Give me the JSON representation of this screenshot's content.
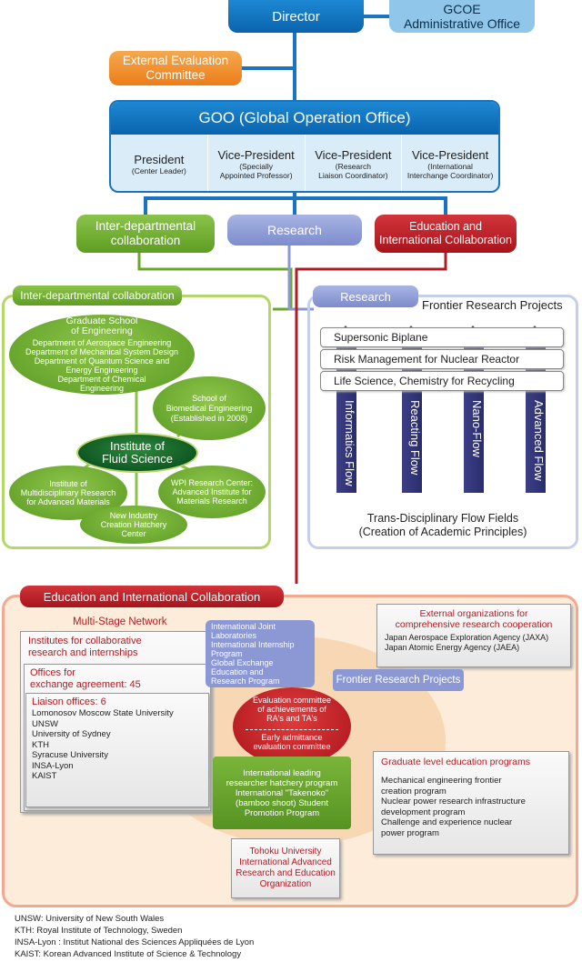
{
  "top": {
    "director": "Director",
    "gcoe_office": "GCOE\nAdministrative Office",
    "external_evaluation": "External Evaluation\nCommittee"
  },
  "goo": {
    "title": "GOO (Global Operation Office)",
    "roles": [
      {
        "title": "President",
        "sub": "(Center Leader)"
      },
      {
        "title": "Vice-President",
        "sub": "(Specially\nAppointed Professor)"
      },
      {
        "title": "Vice-President",
        "sub": "(Research\nLiaison Coordinator)"
      },
      {
        "title": "Vice-President",
        "sub": "(International\nInterchange Coordinator)"
      }
    ]
  },
  "branches": {
    "interdept": "Inter-departmental\ncollaboration",
    "research": "Research",
    "education": "Education and\nInternational Collaboration"
  },
  "interdept_panel": {
    "tab": "Inter-departmental collaboration",
    "graduate_school_title": "Graduate School\nof Engineering",
    "graduate_school_depts": "Department of Aerospace Engineering\nDepartment of Mechanical System Design\nDepartment of Quantum Science and\nEnergy Engineering\nDepartment of Chemical\nEngineering",
    "biomedical": "School of\nBiomedical Engineering\n(Established in 2008)",
    "institute": "Institute of\nFluid Science",
    "multidisciplinary": "Institute of\nMultidisciplinary Research\nfor Advanced Materials",
    "wpi": "WPI Research Center:\nAdvanced Institute for\nMaterials Research",
    "hatchery": "New Industry\nCreation Hatchery\nCenter"
  },
  "research_panel": {
    "tab": "Research",
    "frontier_title": "Frontier Research Projects",
    "projects": [
      "Supersonic Biplane",
      "Risk Management for Nuclear Reactor",
      "Life Science, Chemistry for Recycling"
    ],
    "flows": [
      "Informatics Flow",
      "Reacting Flow",
      "Nano-Flow",
      "Advanced Flow"
    ],
    "footer": "Trans-Disciplinary Flow Fields\n(Creation of Academic Principles)"
  },
  "education_panel": {
    "tab": "Education and International Collaboration",
    "multi_stage": "Multi-Stage Network",
    "institutes": "Institutes for collaborative\nresearch and internships",
    "offices": "Offices for\nexchange agreement: 45",
    "liaison_title": "Liaison offices: 6",
    "liaison_list": "Lomonosov Moscow State University\nUNSW\nUniversity of Sydney\nKTH\nSyracuse University\nINSA-Lyon\nKAIST",
    "joint_labs": "International Joint\nLaboratories\nInternational Internship\nProgram\nGlobal Exchange\nEducation and\nResearch Program",
    "evaluation": "Evaluation committee\nof achievements of\nRA's and TA's",
    "early_admittance": "Early admittance\nevaluation committee",
    "external_title": "External organizations for\ncomprehensive research cooperation",
    "external_list": "Japan Aerospace Exploration Agency (JAXA)\nJapan Atomic Energy Agency (JAEA)",
    "frontier_projects": "Frontier Research Projects",
    "leading": "International leading\nresearcher hatchery program\nInternational \"Takenoko\"\n(bamboo shoot) Student\nPromotion Program",
    "grad_title": "Graduate level education programs",
    "grad_list": "Mechanical engineering frontier\ncreation program\nNuclear power research infrastructure\ndevelopment program\nChallenge and experience nuclear\npower program",
    "tohoku": "Tohoku University\nInternational Advanced\nResearch and Education\nOrganization"
  },
  "footnotes": [
    "UNSW: University of New South Wales",
    "KTH: Royal Institute of Technology, Sweden",
    "INSA-Lyon : Institut National des Sciences Appliquées de Lyon",
    "KAIST: Korean Advanced Institute of Science & Technology"
  ],
  "colors": {
    "blue": "#0a64ad",
    "light_blue": "#8fc6ea",
    "orange": "#ec7d1a",
    "green": "#6aa82a",
    "purple": "#8b98d4",
    "red": "#b01c24",
    "education_border": "#f2a98f"
  }
}
